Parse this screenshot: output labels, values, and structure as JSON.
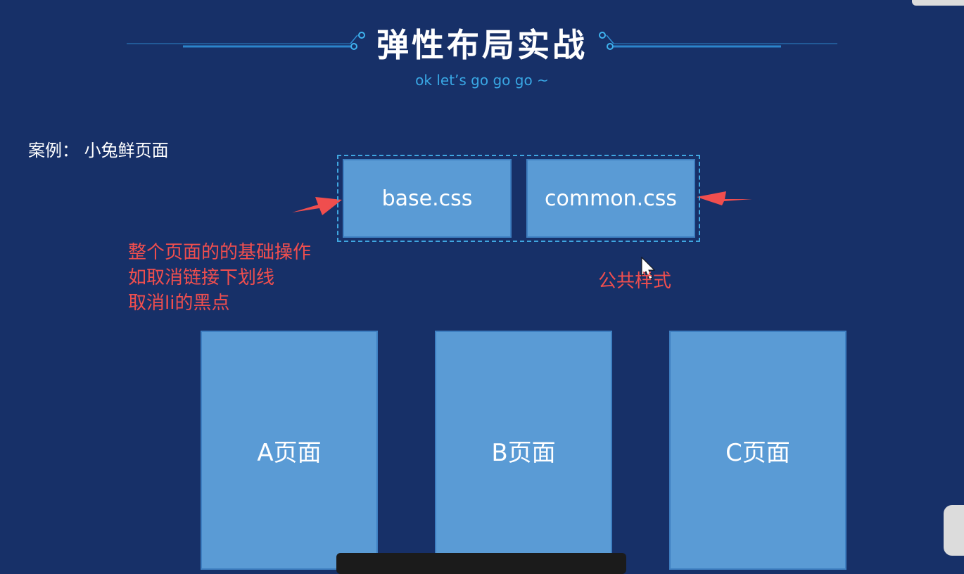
{
  "title": "弹性布局实战",
  "subtitle": "ok let’s go go go ~",
  "case_label": "案例：  小兔鲜页面",
  "boxes": {
    "base": "base.css",
    "common": "common.css"
  },
  "pages": {
    "a": "A页面",
    "b": "B页面",
    "c": "C页面"
  },
  "notes": {
    "base": [
      "整个页面的的基础操作",
      "如取消链接下划线",
      "取消li的黑点"
    ],
    "common": "公共样式"
  },
  "colors": {
    "background": "#173068",
    "box": "#5a9bd5",
    "accent": "#39a7e4",
    "note": "#f04e4e"
  }
}
